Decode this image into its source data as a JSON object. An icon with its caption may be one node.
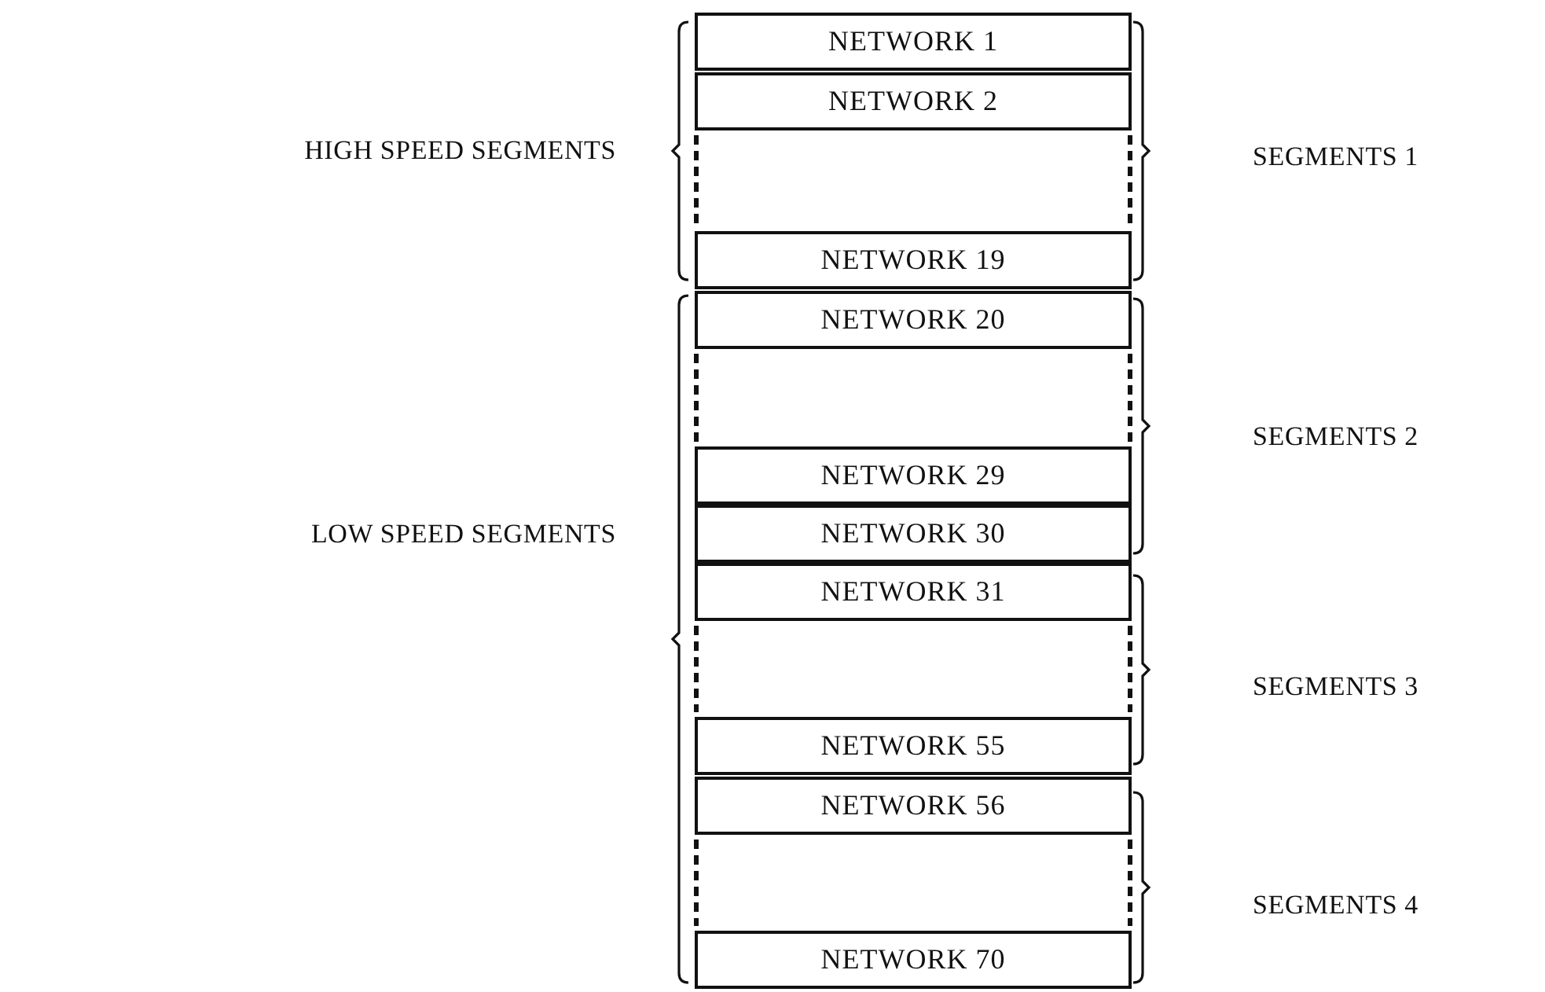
{
  "diagram": {
    "nodes": [
      {
        "text": [
          "NETWORK 1"
        ]
      },
      {
        "text": [
          "NETWORK 2"
        ]
      },
      {
        "text": [
          "NETWORK 19"
        ]
      },
      {
        "text": [
          "NETWORK 20"
        ]
      },
      {
        "text": [
          "NETWORK 29"
        ]
      },
      {
        "text": [
          "NETWORK 30"
        ]
      },
      {
        "text": [
          "NETWORK 31"
        ]
      },
      {
        "text": [
          "NETWORK 55"
        ]
      },
      {
        "text": [
          "NETWORK 56"
        ]
      },
      {
        "text": [
          "NETWORK 70"
        ]
      }
    ],
    "labels": [
      "HIGH SPEED SEGMENTS",
      "SEGMENTS 1",
      "SEGMENTS 2",
      "LOW SPEED SEGMENTS",
      "SEGMENTS 3",
      "SEGMENTS 4"
    ]
  }
}
